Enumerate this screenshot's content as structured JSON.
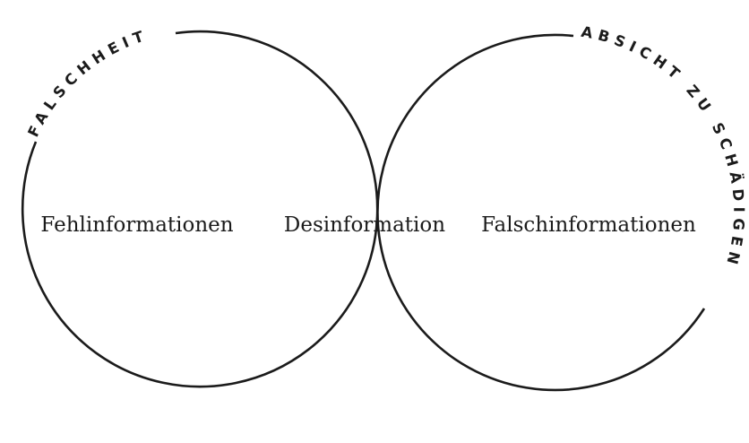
{
  "diagram": {
    "type": "venn",
    "sets": [
      {
        "arc_label": "FALSCHHEIT",
        "region_label": "Fehlinformationen"
      },
      {
        "arc_label": "ABSICHT ZU SCHÄDIGEN",
        "region_label": "Falschinformationen"
      }
    ],
    "intersection_label": "Desinformation",
    "colors": {
      "stroke": "#1b1b1b",
      "background": "#ffffff"
    }
  }
}
